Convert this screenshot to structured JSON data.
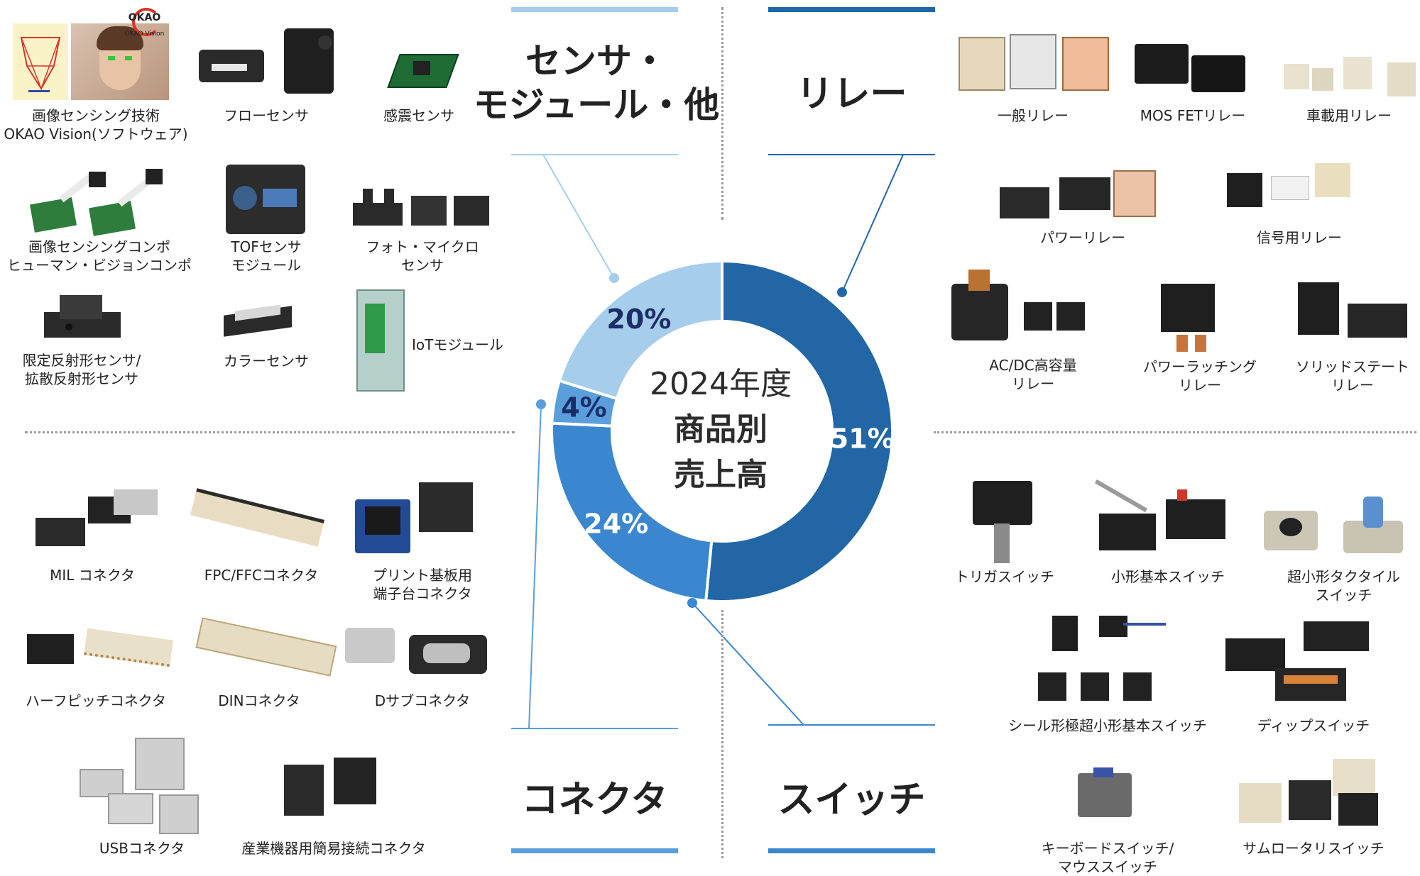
{
  "colors": {
    "relay": "#2266a6",
    "switch": "#3a87cf",
    "connector": "#5a9fdc",
    "sensor": "#a6cdec",
    "line_dark": "#2266a6",
    "line_light": "#5a9fdc"
  },
  "center": {
    "line1": "2024年度",
    "line2": "商品別",
    "line3": "売上高"
  },
  "chart_data": {
    "type": "pie",
    "title": "2024年度 商品別 売上高",
    "slices": [
      {
        "name": "リレー",
        "value": 51,
        "label": "51%"
      },
      {
        "name": "スイッチ",
        "value": 24,
        "label": "24%"
      },
      {
        "name": "コネクタ",
        "value": 4,
        "label": "4%"
      },
      {
        "name": "センサ・モジュール・他",
        "value": 20,
        "label": "20%"
      }
    ]
  },
  "sections": {
    "sensor": {
      "title_l1": "センサ・",
      "title_l2": "モジュール・他",
      "items": {
        "okao": {
          "l1": "画像センシング技術",
          "l2": "OKAO Vision(ソフトウェア)",
          "logo": "OKAO",
          "logo_sub": "OKAO Vision"
        },
        "flow": {
          "l1": "フローセンサ"
        },
        "quake": {
          "l1": "感震センサ"
        },
        "combo": {
          "l1": "画像センシングコンポ",
          "l2": "ヒューマン・ビジョンコンポ"
        },
        "tof": {
          "l1": "TOFセンサ",
          "l2": "モジュール"
        },
        "photo": {
          "l1": "フォト・マイクロ",
          "l2": "センサ"
        },
        "reflect": {
          "l1": "限定反射形センサ/",
          "l2": "拡散反射形センサ"
        },
        "color": {
          "l1": "カラーセンサ"
        },
        "iot": {
          "l1": "IoTモジュール"
        }
      }
    },
    "relay": {
      "title": "リレー",
      "items": {
        "general": {
          "l1": "一般リレー"
        },
        "mosfet": {
          "l1": "MOS FETリレー"
        },
        "auto": {
          "l1": "車載用リレー"
        },
        "power": {
          "l1": "パワーリレー"
        },
        "signal": {
          "l1": "信号用リレー"
        },
        "acdc": {
          "l1": "AC/DC高容量",
          "l2": "リレー"
        },
        "latch": {
          "l1": "パワーラッチング",
          "l2": "リレー"
        },
        "ssr": {
          "l1": "ソリッドステート",
          "l2": "リレー"
        }
      }
    },
    "connector": {
      "title": "コネクタ",
      "items": {
        "mil": {
          "l1": "MIL コネクタ"
        },
        "fpc": {
          "l1": "FPC/FFCコネクタ"
        },
        "pcb": {
          "l1": "プリント基板用",
          "l2": "端子台コネクタ"
        },
        "halfpitch": {
          "l1": "ハーフピッチコネクタ"
        },
        "din": {
          "l1": "DINコネクタ"
        },
        "dsub": {
          "l1": "Dサブコネクタ"
        },
        "usb": {
          "l1": "USBコネクタ"
        },
        "industrial": {
          "l1": "産業機器用簡易接続コネクタ"
        }
      }
    },
    "switch": {
      "title": "スイッチ",
      "items": {
        "trigger": {
          "l1": "トリガスイッチ"
        },
        "basic": {
          "l1": "小形基本スイッチ"
        },
        "tactile": {
          "l1": "超小形タクタイル",
          "l2": "スイッチ"
        },
        "sealed": {
          "l1": "シール形極超小形基本スイッチ"
        },
        "dip": {
          "l1": "ディップスイッチ"
        },
        "keyboard": {
          "l1": "キーボードスイッチ/",
          "l2": "マウススイッチ"
        },
        "thumb": {
          "l1": "サムロータリスイッチ"
        }
      }
    }
  }
}
